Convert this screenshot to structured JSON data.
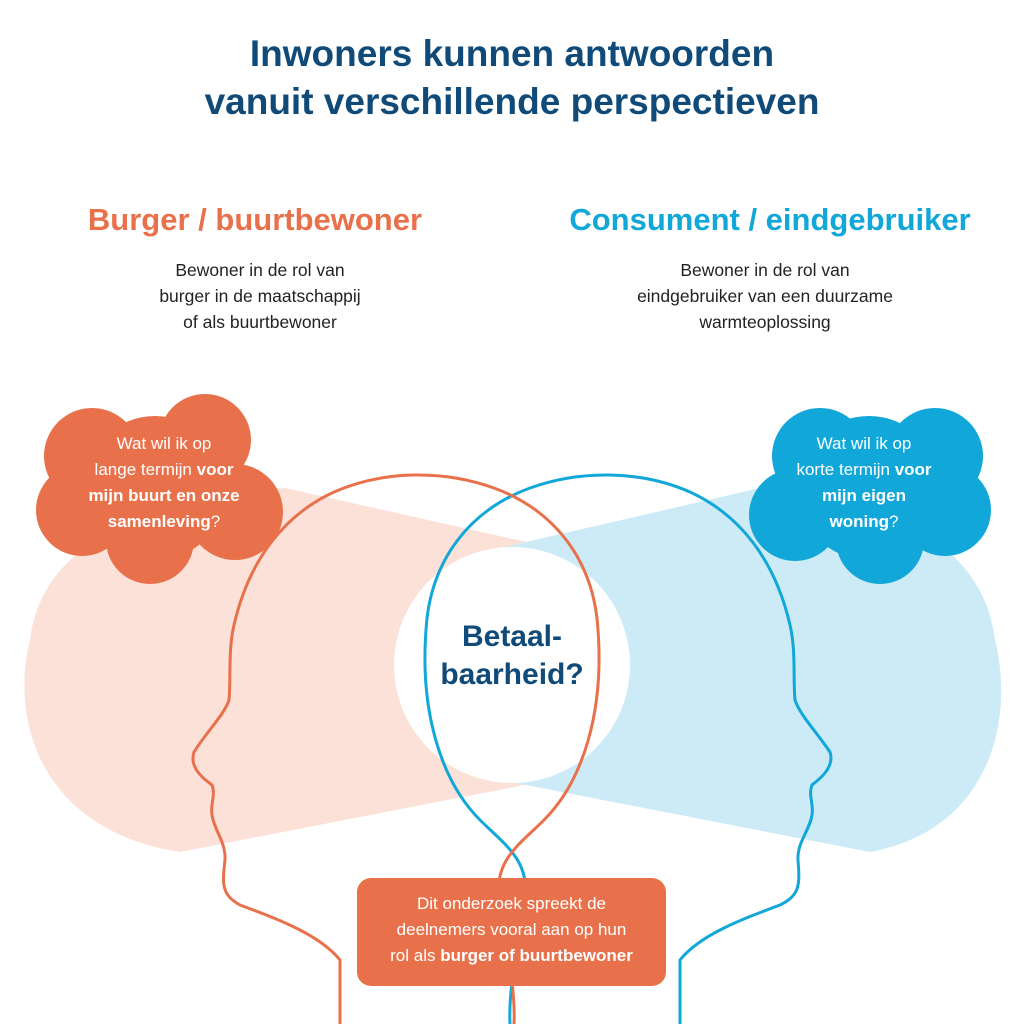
{
  "title": {
    "line1": "Inwoners kunnen antwoorden",
    "line2": "vanuit verschillende perspectieven"
  },
  "left": {
    "heading": "Burger / buurtbewoner",
    "description": [
      "Bewoner in de rol van",
      "burger in de maatschappij",
      "of als buurtbewoner"
    ],
    "bubble": {
      "line1": "Wat wil ik op",
      "line2_pre": "lange termijn ",
      "line2_bold": "voor",
      "line3_bold": "mijn buurt en onze",
      "line4_bold": "samenleving",
      "line4_post": "?"
    }
  },
  "right": {
    "heading": "Consument / eindgebruiker",
    "description": [
      "Bewoner in de rol van",
      "eindgebruiker van een duurzame",
      "warmteoplossing"
    ],
    "bubble": {
      "line1": "Wat wil ik op",
      "line2_pre": "korte termijn ",
      "line2_bold": "voor",
      "line3_bold": "mijn eigen",
      "line4_bold": "woning",
      "line4_post": "?"
    }
  },
  "center": {
    "line1": "Betaal-",
    "line2": "baarheid?"
  },
  "bottom": {
    "line1": "Dit onderzoek spreekt de",
    "line2": "deelnemers vooral aan op hun",
    "line3_pre": "rol als ",
    "line3_bold": "burger of buurtbewoner"
  },
  "colors": {
    "orange": "#e8714b",
    "blue": "#11a7d9",
    "navy": "#0f4a78",
    "orange_light": "#fbe1d8",
    "blue_light": "#cdebf7"
  }
}
